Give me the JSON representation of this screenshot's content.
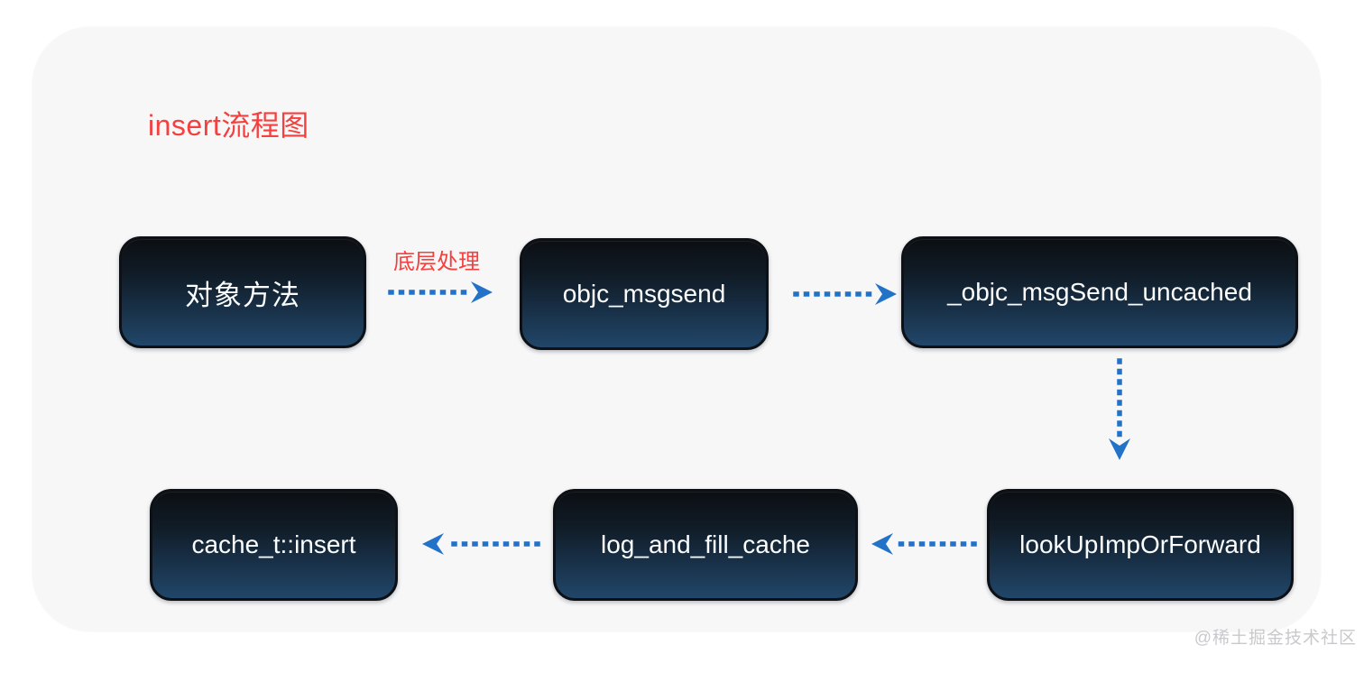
{
  "title": {
    "text": "insert流程图"
  },
  "nodes": [
    {
      "id": "object-method",
      "label": "对象方法"
    },
    {
      "id": "objc-msgsend",
      "label": "objc_msgsend"
    },
    {
      "id": "objc-msgsend-uncached",
      "label": "_objc_msgSend_uncached"
    },
    {
      "id": "cache-t-insert",
      "label": "cache_t::insert"
    },
    {
      "id": "log-and-fill-cache",
      "label": "log_and_fill_cache"
    },
    {
      "id": "lookup-imp-or-forward",
      "label": "lookUpImpOrForward"
    }
  ],
  "edges": [
    {
      "from": "object-method",
      "to": "objc-msgsend",
      "label": "底层处理",
      "direction": "right"
    },
    {
      "from": "objc-msgsend",
      "to": "objc-msgsend-uncached",
      "label": "",
      "direction": "right"
    },
    {
      "from": "objc-msgsend-uncached",
      "to": "lookup-imp-or-forward",
      "label": "",
      "direction": "down"
    },
    {
      "from": "lookup-imp-or-forward",
      "to": "log-and-fill-cache",
      "label": "",
      "direction": "left"
    },
    {
      "from": "log-and-fill-cache",
      "to": "cache-t-insert",
      "label": "",
      "direction": "left"
    }
  ],
  "watermark": {
    "text": "@稀土掘金技术社区"
  },
  "colors": {
    "page_bg": "#ffffff",
    "panel_bg": "#f7f7f8",
    "title_red": "#f4403e",
    "arrow_blue": "#2272c8",
    "node_text": "#fbfdfe",
    "node_top": "#0c0f13",
    "node_bottom": "#214669",
    "node_border": "#0d1014",
    "watermark_gray": "#c9c9cd"
  }
}
